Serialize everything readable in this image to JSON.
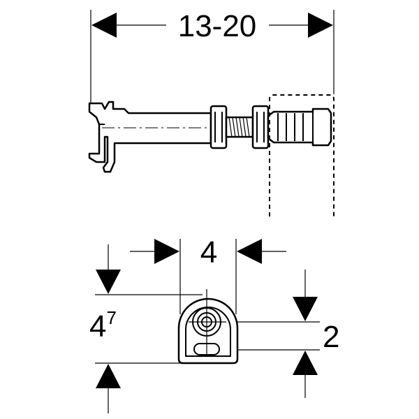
{
  "dimensions": {
    "length_range": "13-20",
    "width": "4",
    "height_base": "4",
    "height_sup": "7",
    "offset": "2"
  },
  "colors": {
    "line": "#000000",
    "background": "#ffffff"
  }
}
